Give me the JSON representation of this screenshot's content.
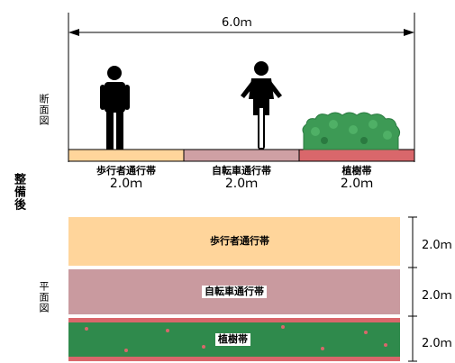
{
  "total_width": "6.0ｍ",
  "section_label": "断面図",
  "after_label": "整備後",
  "plan_label": "平面図",
  "zones": [
    {
      "name": "歩行者通行帯",
      "width": "2.0ｍ",
      "color": "#ffd59b"
    },
    {
      "name": "自転車通行帯",
      "width": "2.0ｍ",
      "color": "#cfa0a4"
    },
    {
      "name": "植樹帯",
      "width": "2.0ｍ",
      "color": "#2f8a4c"
    }
  ],
  "plan": [
    {
      "name": "歩行者通行帯",
      "dim": "2.0ｍ"
    },
    {
      "name": "自転車通行帯",
      "dim": "2.0ｍ"
    },
    {
      "name": "植樹帯",
      "dim": "2.0ｍ"
    }
  ],
  "colors": {
    "walk": "#ffd59b",
    "bike": "#c99a9f",
    "plant_bar": "#d9676b",
    "plant_green": "#2f8a4c",
    "hedge": "#3d9a55"
  }
}
